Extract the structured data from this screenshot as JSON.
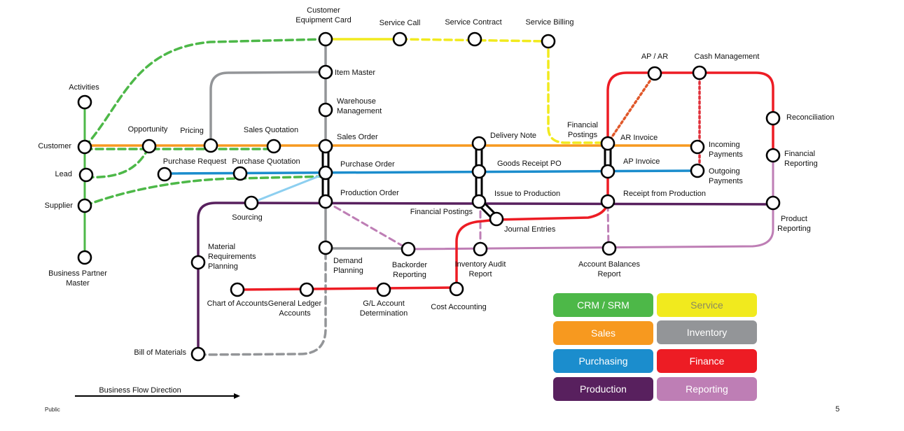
{
  "stations": {
    "customer_equipment_card": [
      "Customer",
      "Equipment Card"
    ],
    "service_call": [
      "Service Call"
    ],
    "service_contract": [
      "Service Contract"
    ],
    "service_billing": [
      "Service Billing"
    ],
    "item_master": [
      "Item Master"
    ],
    "warehouse_management": [
      "Warehouse",
      "Management"
    ],
    "sales_order": [
      "Sales Order"
    ],
    "purchase_order": [
      "Purchase Order"
    ],
    "production_order": [
      "Production Order"
    ],
    "activities": [
      "Activities"
    ],
    "customer": [
      "Customer"
    ],
    "lead": [
      "Lead"
    ],
    "supplier": [
      "Supplier"
    ],
    "business_partner_master": [
      "Business Partner",
      "Master"
    ],
    "opportunity": [
      "Opportunity"
    ],
    "pricing": [
      "Pricing"
    ],
    "sales_quotation": [
      "Sales Quotation"
    ],
    "purchase_request": [
      "Purchase Request"
    ],
    "purchase_quotation": [
      "Purchase Quotation"
    ],
    "sourcing": [
      "Sourcing"
    ],
    "mrp": [
      "Material",
      "Requirements",
      "Planning"
    ],
    "bill_of_materials": [
      "Bill of Materials"
    ],
    "demand_planning": [
      "Demand",
      "Planning"
    ],
    "backorder_reporting": [
      "Backorder",
      "Reporting"
    ],
    "chart_of_accounts": [
      "Chart of Accounts"
    ],
    "general_ledger_accounts": [
      "General Ledger",
      "Accounts"
    ],
    "gl_account_determination": [
      "G/L Account",
      "Determination"
    ],
    "cost_accounting": [
      "Cost Accounting"
    ],
    "delivery_note": [
      "Delivery Note"
    ],
    "goods_receipt_po": [
      "Goods Receipt PO"
    ],
    "issue_to_production": [
      "Issue to Production"
    ],
    "financial_postings_inv": [
      "Financial Postings"
    ],
    "journal_entries": [
      "Journal Entries"
    ],
    "inventory_audit_report": [
      "Inventory Audit",
      "Report"
    ],
    "financial_postings_svc": [
      "Financial",
      "Postings"
    ],
    "ar_invoice": [
      "AR Invoice"
    ],
    "ap_invoice": [
      "AP Invoice"
    ],
    "receipt_from_production": [
      "Receipt from Production"
    ],
    "account_balances_report": [
      "Account Balances",
      "Report"
    ],
    "ap_ar": [
      "AP / AR"
    ],
    "cash_management": [
      "Cash Management"
    ],
    "incoming_payments": [
      "Incoming",
      "Payments"
    ],
    "outgoing_payments": [
      "Outgoing",
      "Payments"
    ],
    "reconciliation": [
      "Reconciliation"
    ],
    "financial_reporting": [
      "Financial",
      "Reporting"
    ],
    "product_reporting": [
      "Product",
      "Reporting"
    ]
  },
  "legend": [
    {
      "label": "CRM / SRM",
      "color": "#4DB848"
    },
    {
      "label": "Service",
      "color": "#F1EA1E"
    },
    {
      "label": "Sales",
      "color": "#F7991F"
    },
    {
      "label": "Inventory",
      "color": "#939598"
    },
    {
      "label": "Purchasing",
      "color": "#1B8DCD"
    },
    {
      "label": "Finance",
      "color": "#ED1C24"
    },
    {
      "label": "Production",
      "color": "#58205E"
    },
    {
      "label": "Reporting",
      "color": "#BE7EB5"
    }
  ],
  "flow_label": "Business Flow Direction",
  "footer": {
    "classification": "Public",
    "page": "5"
  }
}
